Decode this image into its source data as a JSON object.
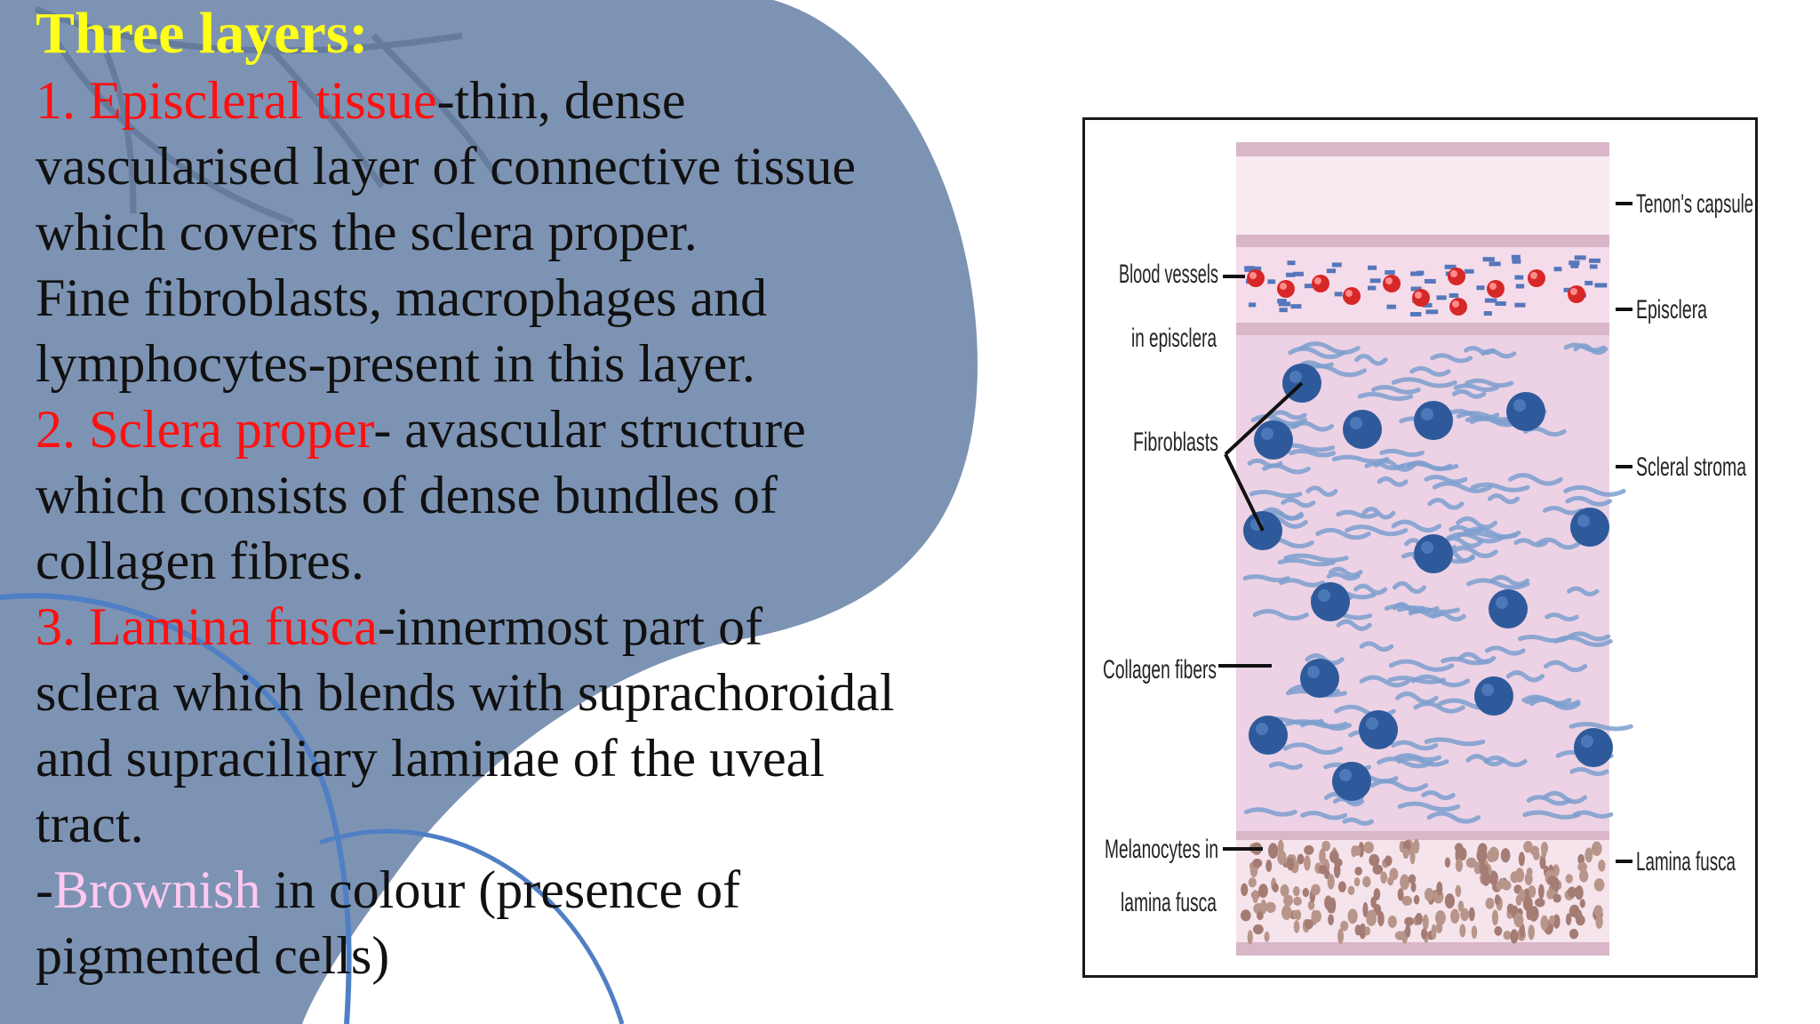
{
  "heading": "Three layers:",
  "paragraphs": [
    {
      "segments": [
        {
          "t": " 1. Episcleral tissue",
          "c": "red"
        },
        {
          "t": "-thin, dense"
        }
      ]
    },
    {
      "segments": [
        {
          "t": "vascularised layer of connective tissue"
        }
      ]
    },
    {
      "segments": [
        {
          "t": "which covers the sclera proper."
        }
      ]
    },
    {
      "segments": [
        {
          "t": " Fine fibroblasts, macrophages and"
        }
      ]
    },
    {
      "segments": [
        {
          "t": "lymphocytes-present in this layer."
        }
      ]
    },
    {
      "segments": [
        {
          "t": "2. Sclera proper",
          "c": "red"
        },
        {
          "t": "- avascular structure"
        }
      ]
    },
    {
      "segments": [
        {
          "t": "which consists of dense bundles of"
        }
      ]
    },
    {
      "segments": [
        {
          "t": "collagen fibres."
        }
      ]
    },
    {
      "segments": [
        {
          "t": " 3. Lamina fusca",
          "c": "red"
        },
        {
          "t": "-innermost part of"
        }
      ]
    },
    {
      "segments": [
        {
          "t": "sclera which blends with suprachoroidal"
        }
      ]
    },
    {
      "segments": [
        {
          "t": "and supraciliary laminae of the uveal"
        }
      ]
    },
    {
      "segments": [
        {
          "t": "tract."
        }
      ]
    },
    {
      "segments": [
        {
          "t": "-"
        },
        {
          "t": "Brownish",
          "c": "pink"
        },
        {
          "t": " in colour (presence of"
        }
      ]
    },
    {
      "segments": [
        {
          "t": "pigmented cells)"
        }
      ]
    }
  ],
  "figure": {
    "left_labels": {
      "blood_vessels_1": "Blood vessels",
      "blood_vessels_2": "in episclera",
      "fibroblasts": "Fibroblasts",
      "collagen": "Collagen fibers",
      "melanocytes_1": "Melanocytes in",
      "melanocytes_2": "lamina fusca"
    },
    "right_labels": {
      "tenon": "Tenon's capsule",
      "episclera": "Episclera",
      "stroma": "Scleral stroma",
      "lamina": "Lamina fusca"
    }
  },
  "colors": {
    "background_shape": "#7d93b3",
    "heading": "#ffff1a",
    "highlight_red": "#ff1010",
    "highlight_pink": "#ffc8f0",
    "accent_line": "#4f7fc4",
    "tissue": "#eed3e6",
    "cell": "#2e5a9c",
    "vessel": "#d62828"
  }
}
